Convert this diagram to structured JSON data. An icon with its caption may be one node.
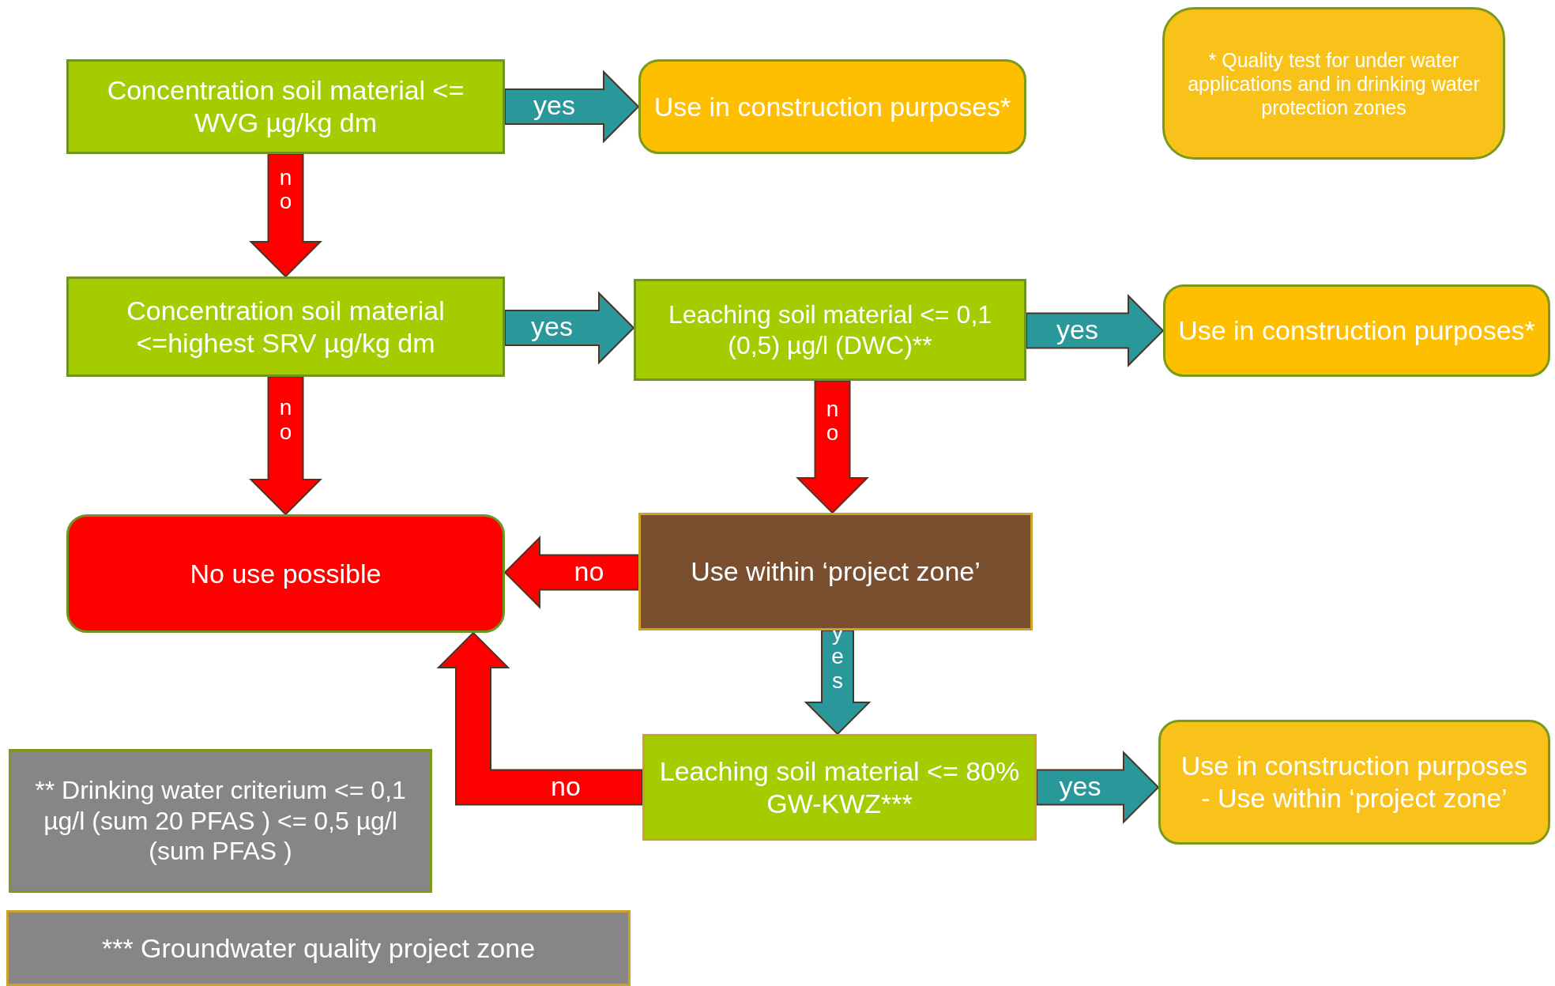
{
  "diagram": {
    "nodes": [
      {
        "text": [
          "Concentration soil material <= WVG µg/kg dm"
        ]
      },
      {
        "text": [
          "Use in construction purposes*"
        ]
      },
      {
        "text": [
          "* Quality test for under water applications and in drinking water protection zones"
        ]
      },
      {
        "text": [
          "Concentration soil material <=highest SRV µg/kg dm"
        ]
      },
      {
        "text": [
          "Leaching soil material <= 0,1 (0,5)  µg/l (DWC)**"
        ]
      },
      {
        "text": [
          "Use in construction purposes*"
        ]
      },
      {
        "text": [
          "No use possible"
        ]
      },
      {
        "text": [
          "Use within ‘project zone’"
        ]
      },
      {
        "text": [
          "Leaching soil material <= 80% GW-KWZ***"
        ]
      },
      {
        "text": [
          "Use in construction purposes - Use within ‘project zone’"
        ]
      },
      {
        "text": [
          "** Drinking water criterium <= 0,1 µg/l (sum 20 PFAS ) <= 0,5 µg/l (sum PFAS )"
        ]
      },
      {
        "text": [
          "*** Groundwater quality project zone"
        ]
      }
    ],
    "edges": [
      {
        "from": 0,
        "to": 1,
        "arrow": "to",
        "label": "yes",
        "color": "#2a979a"
      },
      {
        "from": 0,
        "to": 3,
        "arrow": "to",
        "label": "no",
        "color": "#ff0000"
      },
      {
        "from": 3,
        "to": 4,
        "arrow": "to",
        "label": "yes",
        "color": "#2a979a"
      },
      {
        "from": 3,
        "to": 6,
        "arrow": "to",
        "label": "no",
        "color": "#ff0000"
      },
      {
        "from": 4,
        "to": 5,
        "arrow": "to",
        "label": "yes",
        "color": "#2a979a"
      },
      {
        "from": 4,
        "to": 7,
        "arrow": "to",
        "label": "no",
        "color": "#ff0000"
      },
      {
        "from": 7,
        "to": 6,
        "arrow": "to",
        "label": "no",
        "color": "#ff0000"
      },
      {
        "from": 7,
        "to": 8,
        "arrow": "to",
        "label": "yes",
        "color": "#2a979a"
      },
      {
        "from": 8,
        "to": 6,
        "arrow": "to",
        "label": "no",
        "color": "#ff0000"
      },
      {
        "from": 8,
        "to": 9,
        "arrow": "to",
        "label": "yes",
        "color": "#2a979a"
      }
    ]
  }
}
